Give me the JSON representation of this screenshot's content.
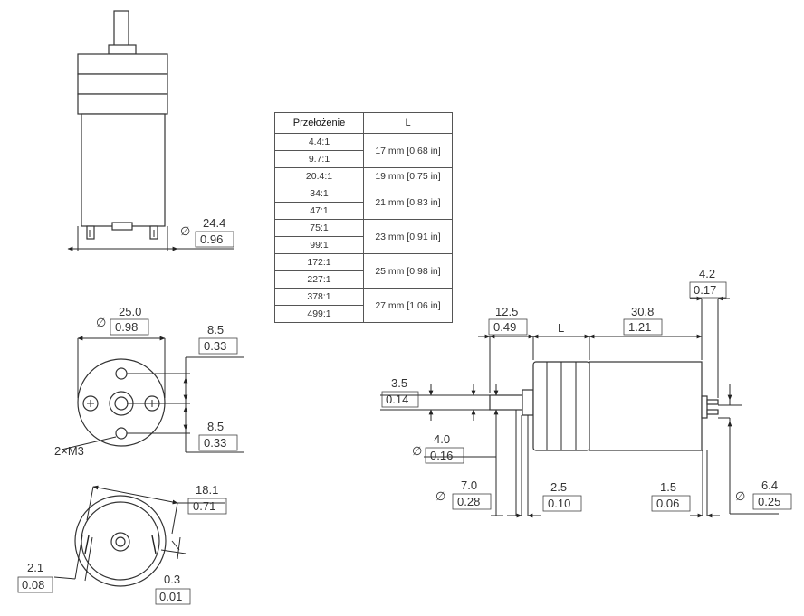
{
  "table": {
    "header_ratio": "Przełożenie",
    "header_length": "L",
    "groups": [
      {
        "ratios": [
          "4.4:1",
          "9.7:1"
        ],
        "length": "17 mm [0.68 in]"
      },
      {
        "ratios": [
          "20.4:1"
        ],
        "length": "19 mm [0.75 in]"
      },
      {
        "ratios": [
          "34:1",
          "47:1"
        ],
        "length": "21 mm [0.83 in]"
      },
      {
        "ratios": [
          "75:1",
          "99:1"
        ],
        "length": "23 mm [0.91 in]"
      },
      {
        "ratios": [
          "172:1",
          "227:1"
        ],
        "length": "25 mm [0.98 in]"
      },
      {
        "ratios": [
          "378:1",
          "499:1"
        ],
        "length": "27 mm [1.06 in]"
      }
    ]
  },
  "dimensions": {
    "body_diameter": {
      "mm": "24.4",
      "in": "0.96"
    },
    "gearbox_diameter": {
      "mm": "25.0",
      "in": "0.98"
    },
    "hole_offset_top": {
      "mm": "8.5",
      "in": "0.33"
    },
    "hole_offset_bottom": {
      "mm": "8.5",
      "in": "0.33"
    },
    "mount_holes": "2×M3",
    "flat_distance": {
      "mm": "18.1",
      "in": "0.71"
    },
    "flat_depth": {
      "mm": "2.1",
      "in": "0.08"
    },
    "flat_small": {
      "mm": "0.3",
      "in": "0.01"
    },
    "shaft_length": {
      "mm": "12.5",
      "in": "0.49"
    },
    "length_label": "L",
    "motor_length": {
      "mm": "30.8",
      "in": "1.21"
    },
    "terminal_length": {
      "mm": "4.2",
      "in": "0.17"
    },
    "shaft_flat": {
      "mm": "3.5",
      "in": "0.14"
    },
    "shaft_diameter": {
      "mm": "4.0",
      "in": "0.16"
    },
    "bushing_diameter": {
      "mm": "7.0",
      "in": "0.28"
    },
    "bushing_length": {
      "mm": "2.5",
      "in": "0.10"
    },
    "end_cap_length": {
      "mm": "1.5",
      "in": "0.06"
    },
    "end_diameter": {
      "mm": "6.4",
      "in": "0.25"
    },
    "diameter_symbol": "∅"
  }
}
